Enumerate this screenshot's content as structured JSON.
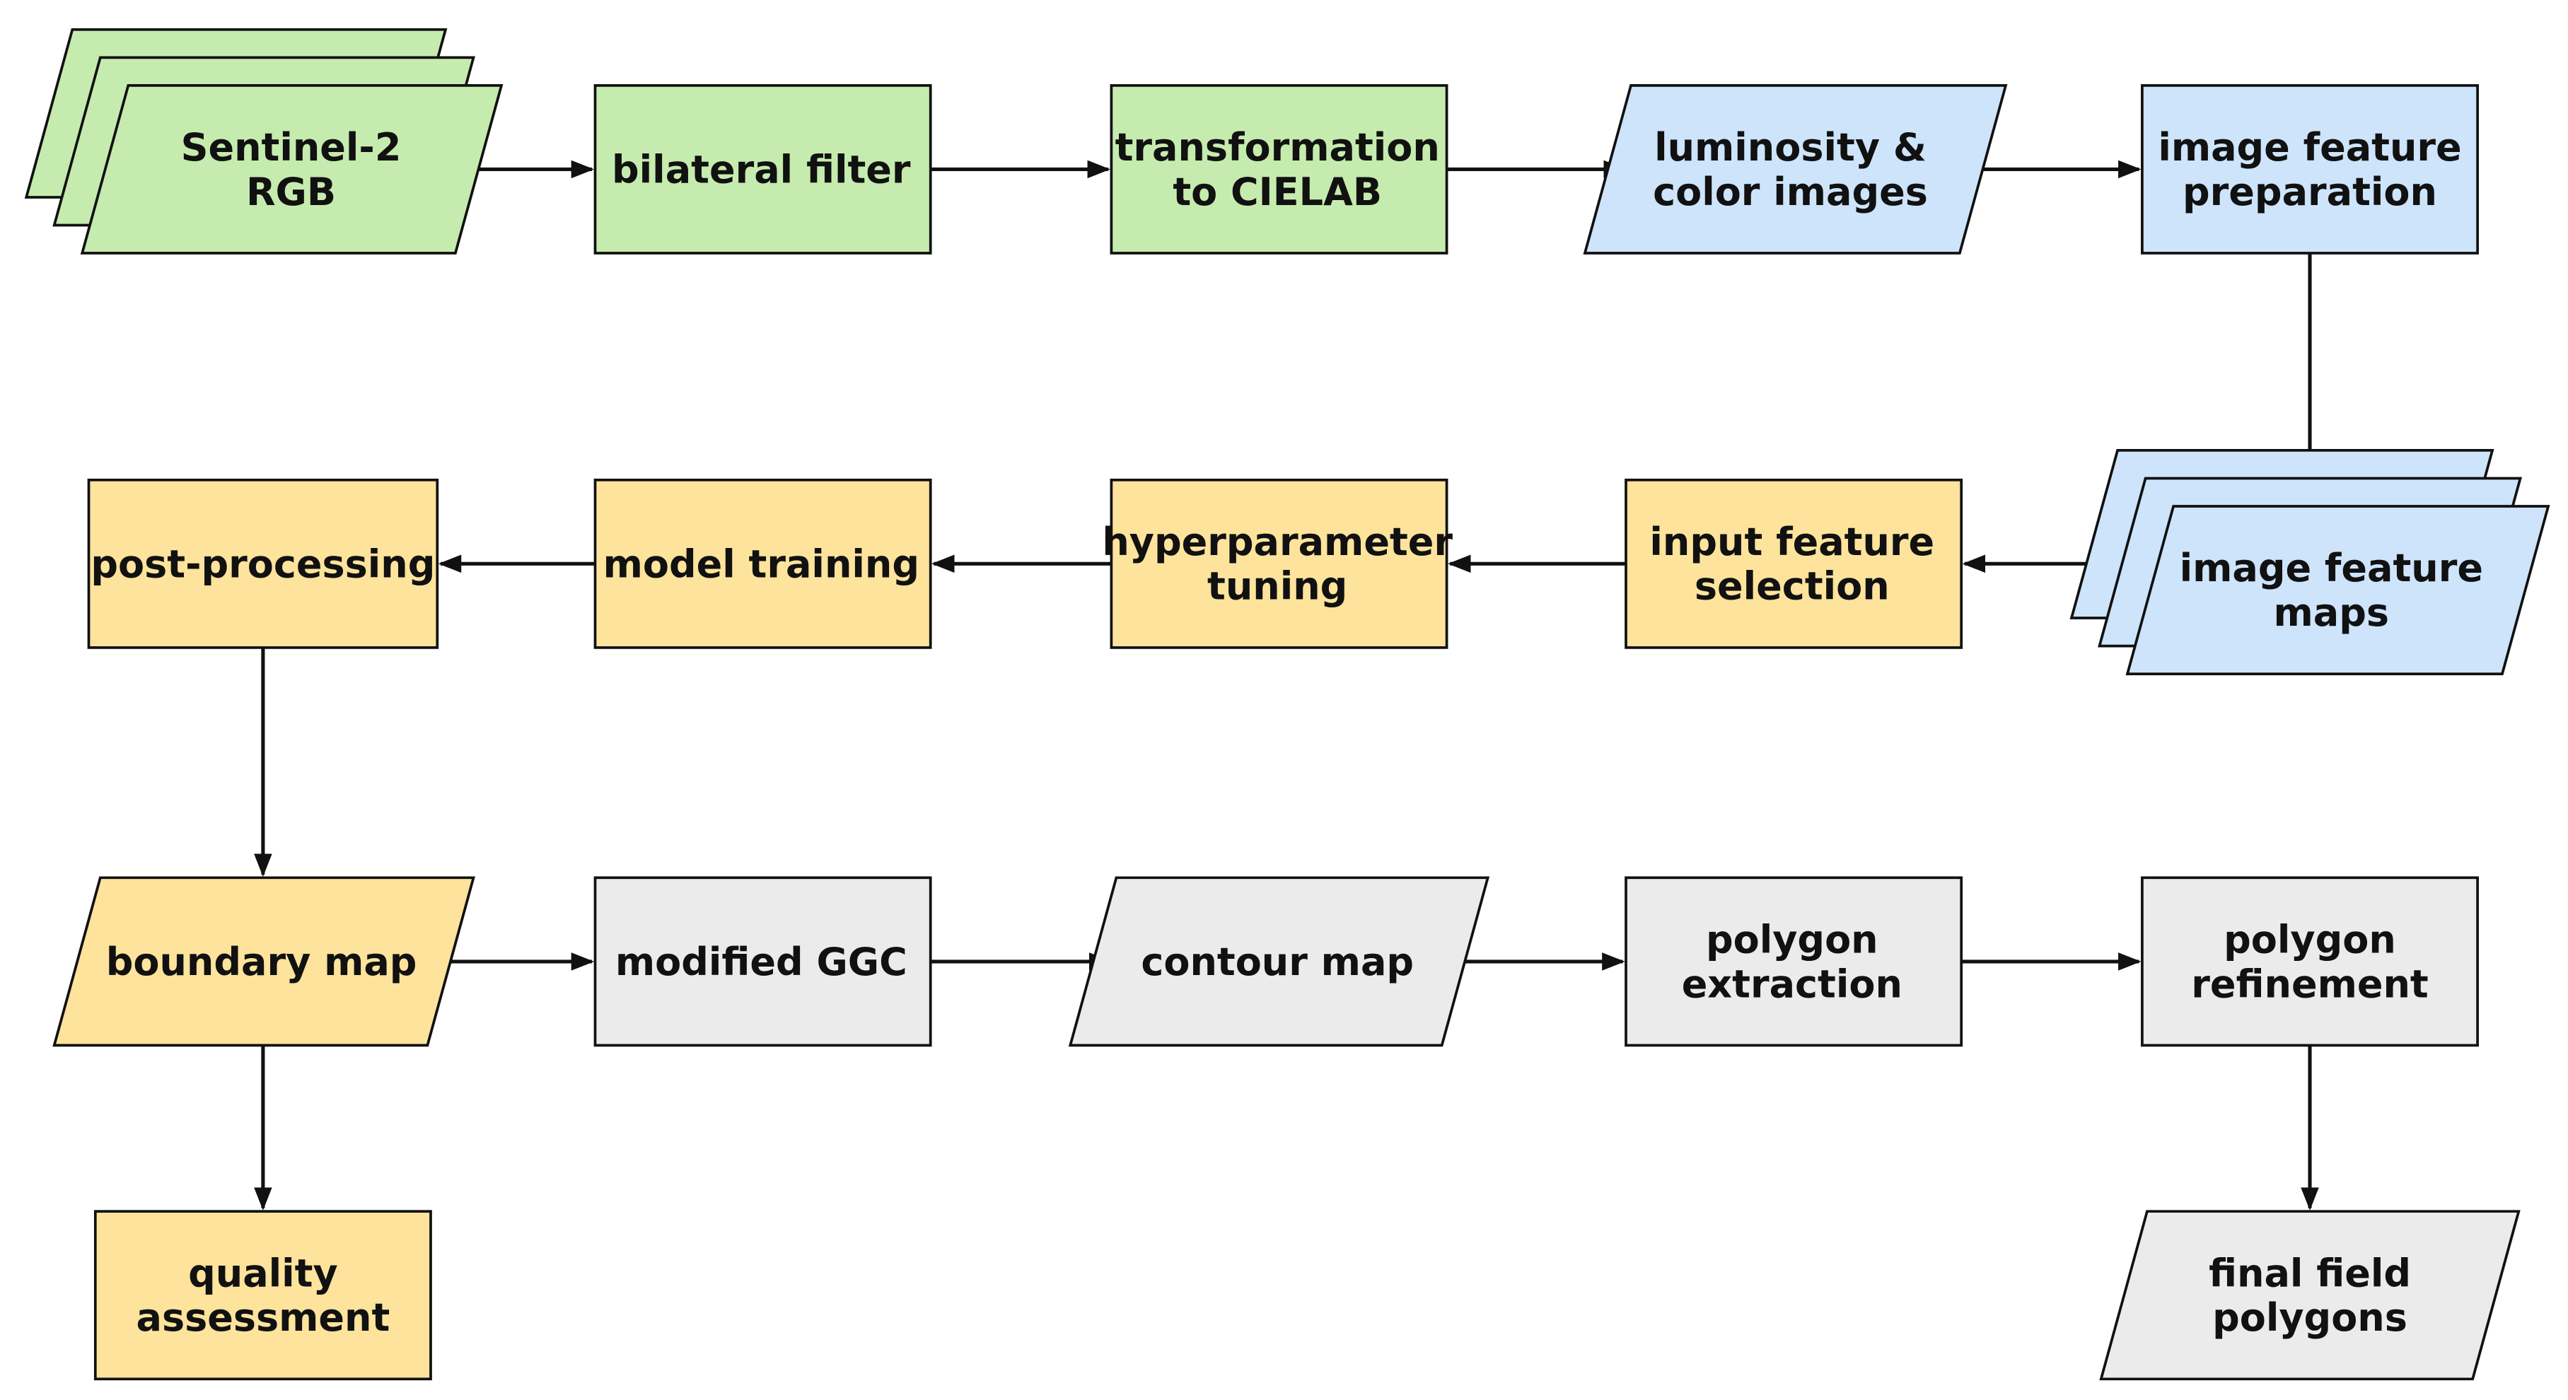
{
  "colors": {
    "green": "#c5ecae",
    "blue": "#cde4fb",
    "yellow": "#fde39c",
    "gray": "#ebebeb",
    "stroke": "#111111"
  },
  "nodes": [
    {
      "id": "sentinel",
      "lines": [
        "Sentinel-2",
        "RGB"
      ],
      "color": "green",
      "shape": "stacked-parallelogram"
    },
    {
      "id": "bilateral",
      "lines": [
        "bilateral filter"
      ],
      "color": "green",
      "shape": "rect"
    },
    {
      "id": "cielab",
      "lines": [
        "transformation",
        "to CIELAB"
      ],
      "color": "green",
      "shape": "rect"
    },
    {
      "id": "luminosity",
      "lines": [
        "luminosity &",
        "color images"
      ],
      "color": "blue",
      "shape": "parallelogram"
    },
    {
      "id": "featprep",
      "lines": [
        "image feature",
        "preparation"
      ],
      "color": "blue",
      "shape": "rect"
    },
    {
      "id": "featmaps",
      "lines": [
        "image feature",
        "maps"
      ],
      "color": "blue",
      "shape": "stacked-parallelogram"
    },
    {
      "id": "inputsel",
      "lines": [
        "input feature",
        "selection"
      ],
      "color": "yellow",
      "shape": "rect"
    },
    {
      "id": "hyper",
      "lines": [
        "hyperparameter",
        "tuning"
      ],
      "color": "yellow",
      "shape": "rect"
    },
    {
      "id": "training",
      "lines": [
        "model training"
      ],
      "color": "yellow",
      "shape": "rect"
    },
    {
      "id": "postproc",
      "lines": [
        "post-processing"
      ],
      "color": "yellow",
      "shape": "rect"
    },
    {
      "id": "boundary",
      "lines": [
        "boundary map"
      ],
      "color": "yellow",
      "shape": "parallelogram"
    },
    {
      "id": "quality",
      "lines": [
        "quality",
        "assessment"
      ],
      "color": "yellow",
      "shape": "rect"
    },
    {
      "id": "ggc",
      "lines": [
        "modified GGC"
      ],
      "color": "gray",
      "shape": "rect"
    },
    {
      "id": "contour",
      "lines": [
        "contour map"
      ],
      "color": "gray",
      "shape": "parallelogram"
    },
    {
      "id": "extraction",
      "lines": [
        "polygon",
        "extraction"
      ],
      "color": "gray",
      "shape": "rect"
    },
    {
      "id": "refinement",
      "lines": [
        "polygon",
        "refinement"
      ],
      "color": "gray",
      "shape": "rect"
    },
    {
      "id": "final",
      "lines": [
        "final field",
        "polygons"
      ],
      "color": "gray",
      "shape": "parallelogram"
    }
  ],
  "edges": [
    {
      "from": "sentinel",
      "to": "bilateral"
    },
    {
      "from": "bilateral",
      "to": "cielab"
    },
    {
      "from": "cielab",
      "to": "luminosity"
    },
    {
      "from": "luminosity",
      "to": "featprep"
    },
    {
      "from": "featprep",
      "to": "featmaps"
    },
    {
      "from": "featmaps",
      "to": "inputsel"
    },
    {
      "from": "inputsel",
      "to": "hyper"
    },
    {
      "from": "hyper",
      "to": "training"
    },
    {
      "from": "training",
      "to": "postproc"
    },
    {
      "from": "postproc",
      "to": "boundary"
    },
    {
      "from": "boundary",
      "to": "ggc"
    },
    {
      "from": "boundary",
      "to": "quality"
    },
    {
      "from": "ggc",
      "to": "contour"
    },
    {
      "from": "contour",
      "to": "extraction"
    },
    {
      "from": "extraction",
      "to": "refinement"
    },
    {
      "from": "refinement",
      "to": "final"
    }
  ]
}
